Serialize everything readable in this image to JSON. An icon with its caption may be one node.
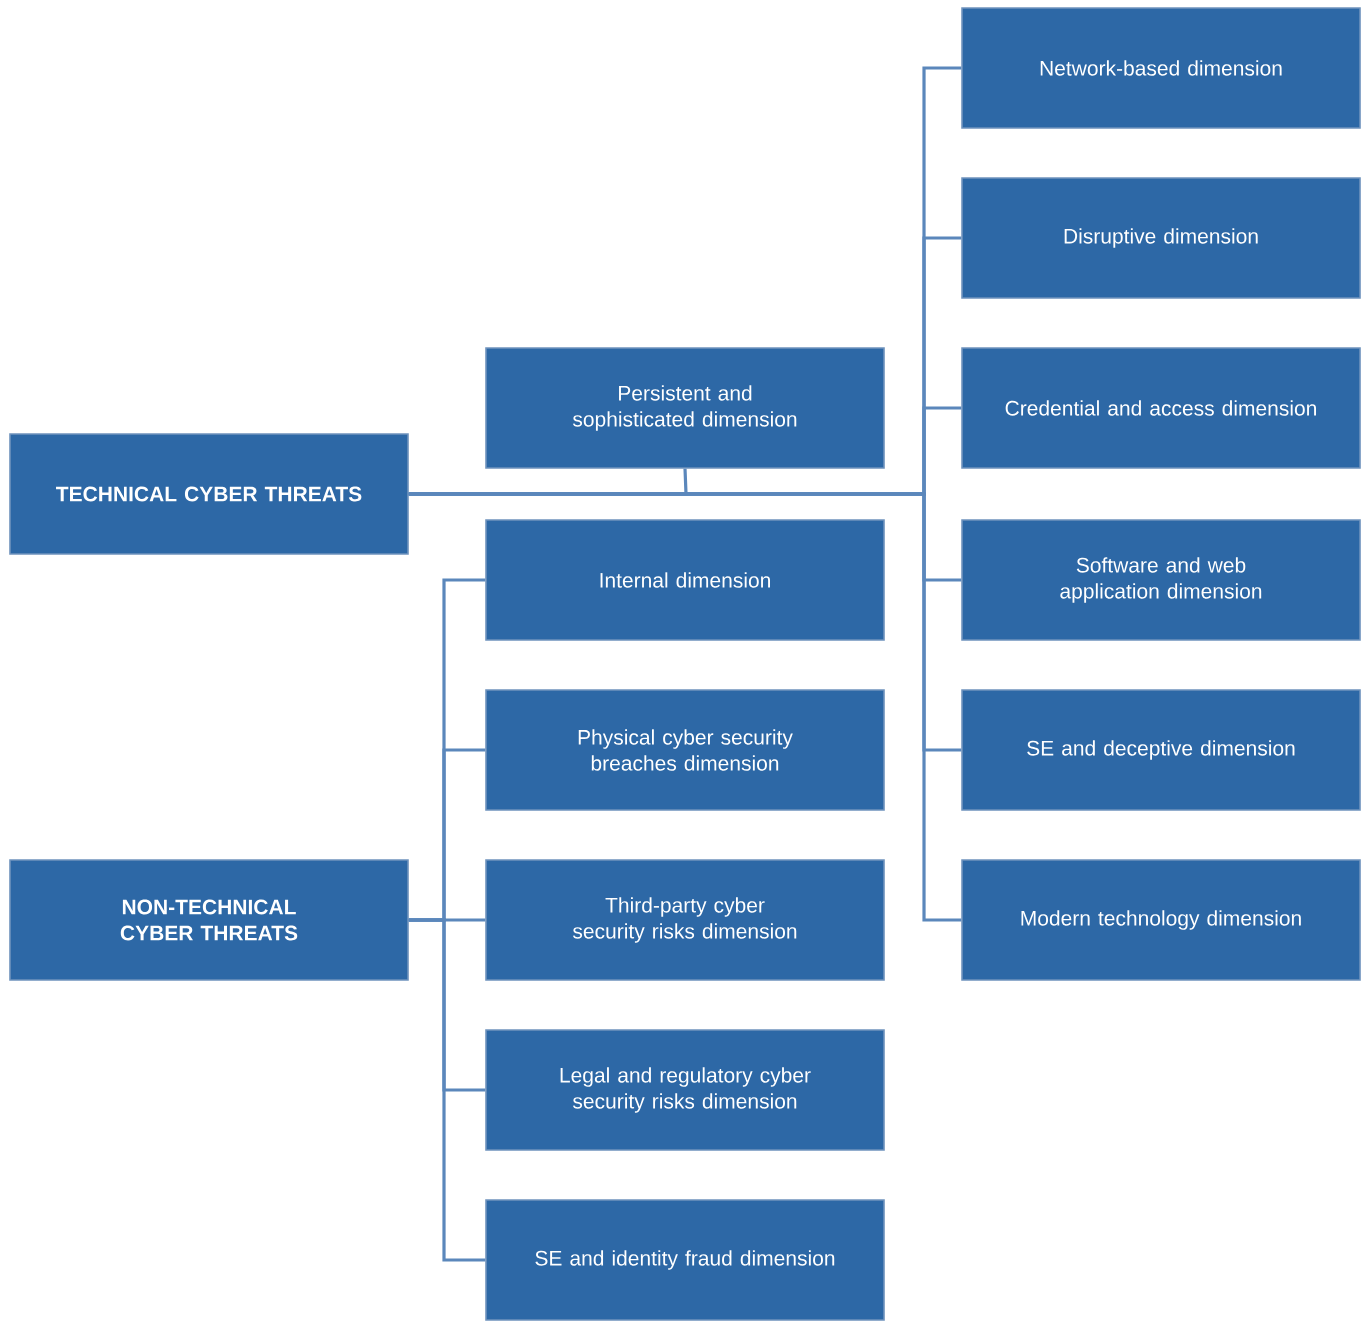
{
  "diagram": {
    "nodes": [
      {
        "text": [
          "TECHNICAL CYBER THREATS"
        ]
      },
      {
        "text": [
          "Persistent and sophisticated dimension"
        ]
      },
      {
        "text": [
          "Network-based dimension"
        ]
      },
      {
        "text": [
          "Disruptive dimension"
        ]
      },
      {
        "text": [
          "Credential and access dimension"
        ]
      },
      {
        "text": [
          "Software and web application dimension"
        ]
      },
      {
        "text": [
          "SE and deceptive dimension"
        ]
      },
      {
        "text": [
          "Modern technology dimension"
        ]
      },
      {
        "text": [
          "NON-TECHNICAL CYBER THREATS"
        ]
      },
      {
        "text": [
          "Internal dimension"
        ]
      },
      {
        "text": [
          "Physical cyber security breaches dimension"
        ]
      },
      {
        "text": [
          "Third-party cyber security risks dimension"
        ]
      },
      {
        "text": [
          "Legal and regulatory cyber security risks dimension"
        ]
      },
      {
        "text": [
          "SE and identity fraud dimension"
        ]
      }
    ],
    "edges": [
      {
        "from": 0,
        "to": 1,
        "arrow": "none"
      },
      {
        "from": 0,
        "to": 2,
        "arrow": "none"
      },
      {
        "from": 0,
        "to": 3,
        "arrow": "none"
      },
      {
        "from": 0,
        "to": 4,
        "arrow": "none"
      },
      {
        "from": 0,
        "to": 5,
        "arrow": "none"
      },
      {
        "from": 0,
        "to": 6,
        "arrow": "none"
      },
      {
        "from": 0,
        "to": 7,
        "arrow": "none"
      },
      {
        "from": 8,
        "to": 9,
        "arrow": "none"
      },
      {
        "from": 8,
        "to": 10,
        "arrow": "none"
      },
      {
        "from": 8,
        "to": 11,
        "arrow": "none"
      },
      {
        "from": 8,
        "to": 12,
        "arrow": "none"
      },
      {
        "from": 8,
        "to": 13,
        "arrow": "none"
      }
    ]
  }
}
